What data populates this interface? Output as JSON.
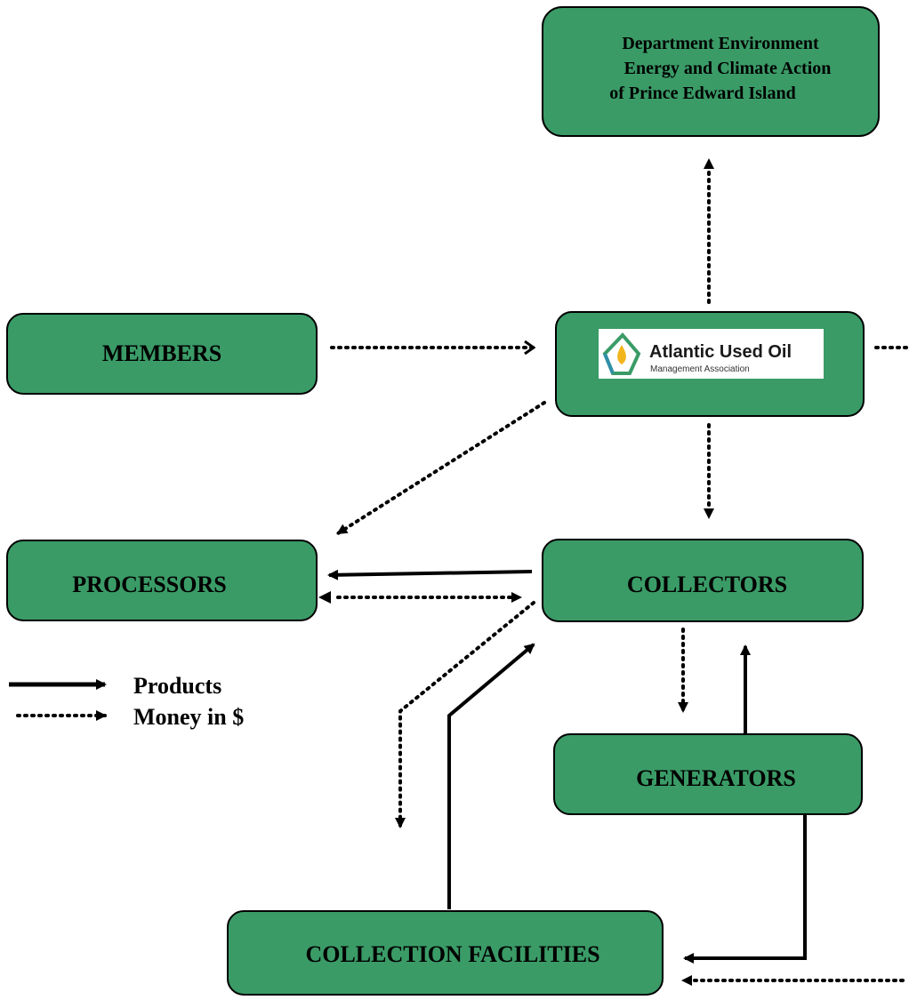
{
  "colors": {
    "box_fill": "#3a9b67",
    "box_stroke": "#000000",
    "arrow": "#000000",
    "logo_bg": "#ffffff",
    "logo_accent_green": "#3a9b67",
    "logo_accent_teal": "#2f8fa8",
    "logo_drop": "#f2b51c"
  },
  "nodes": {
    "department": {
      "line1": "Department Environment",
      "line2": "Energy and Climate Action",
      "line3": "of Prince Edward Island"
    },
    "members": {
      "label": "MEMBERS"
    },
    "auoma": {
      "logo_title": "Atlantic Used Oil",
      "logo_subtitle": "Management Association",
      "logo_icon": "recycling-oil-drop-icon"
    },
    "processors": {
      "label": "PROCESSORS"
    },
    "collectors": {
      "label": "COLLECTORS"
    },
    "generators": {
      "label": "GENERATORS"
    },
    "collection_facilities": {
      "label": "COLLECTION FACILITIES"
    }
  },
  "legend": {
    "products": "Products",
    "money": "Money in $"
  }
}
